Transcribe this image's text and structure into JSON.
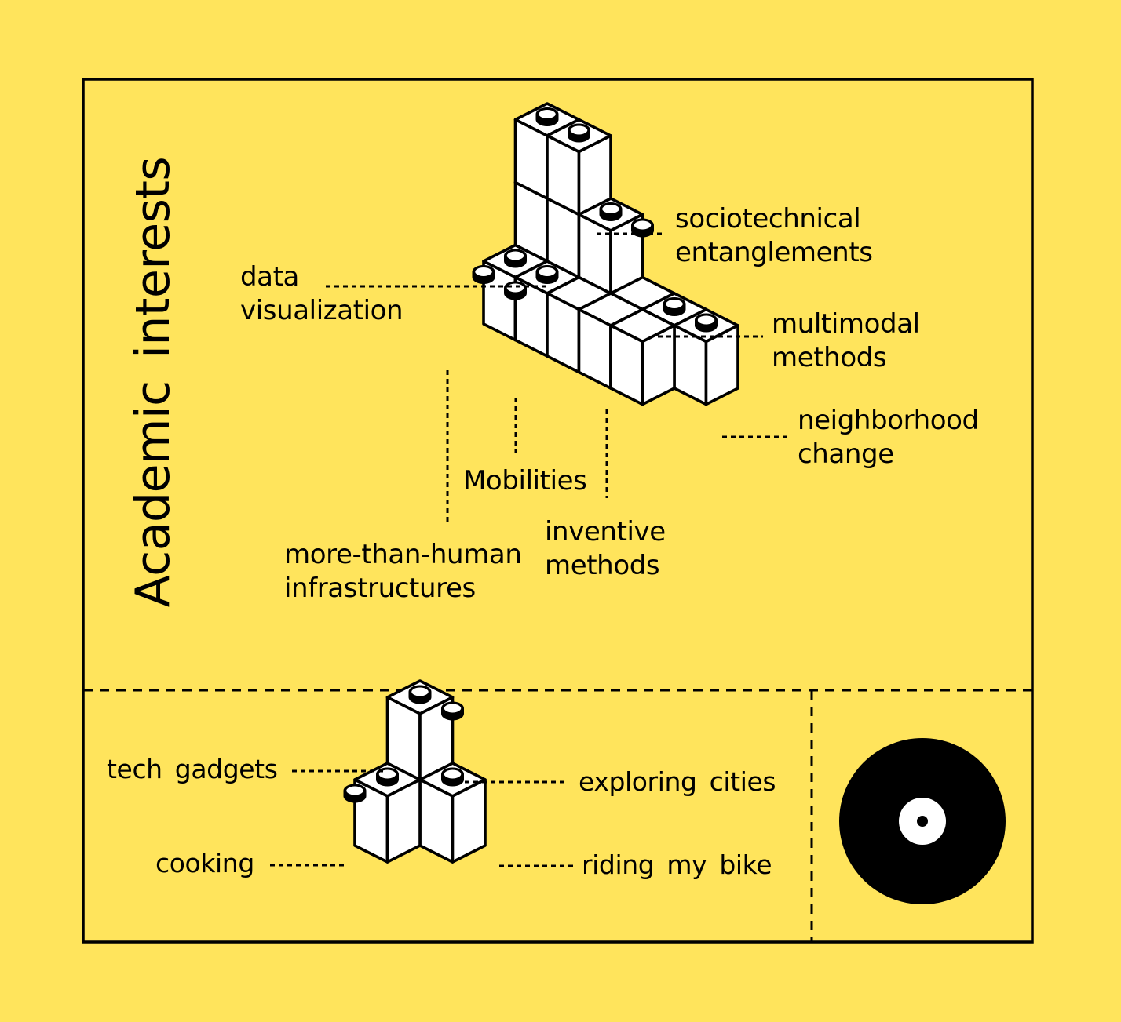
{
  "title": "Academic interests",
  "academic": {
    "sociotechnical": [
      "sociotechnical",
      "entanglements"
    ],
    "data_viz": [
      "data",
      "visualization"
    ],
    "multimodal": [
      "multimodal",
      "methods"
    ],
    "neighborhood": [
      "neighborhood",
      "change"
    ],
    "mobilities": "Mobilities",
    "inventive": [
      "inventive",
      "methods"
    ],
    "more_than_human": [
      "more-than-human",
      "infrastructures"
    ]
  },
  "personal": {
    "tech_gadgets": "tech gadgets",
    "exploring_cities": "exploring cities",
    "cooking": "cooking",
    "riding_bike": "riding my bike"
  },
  "colors": {
    "background": "#FFE45C",
    "ink": "#000000",
    "brick": "#FFFFFF"
  },
  "icons": {
    "record": "vinyl-record-icon"
  }
}
